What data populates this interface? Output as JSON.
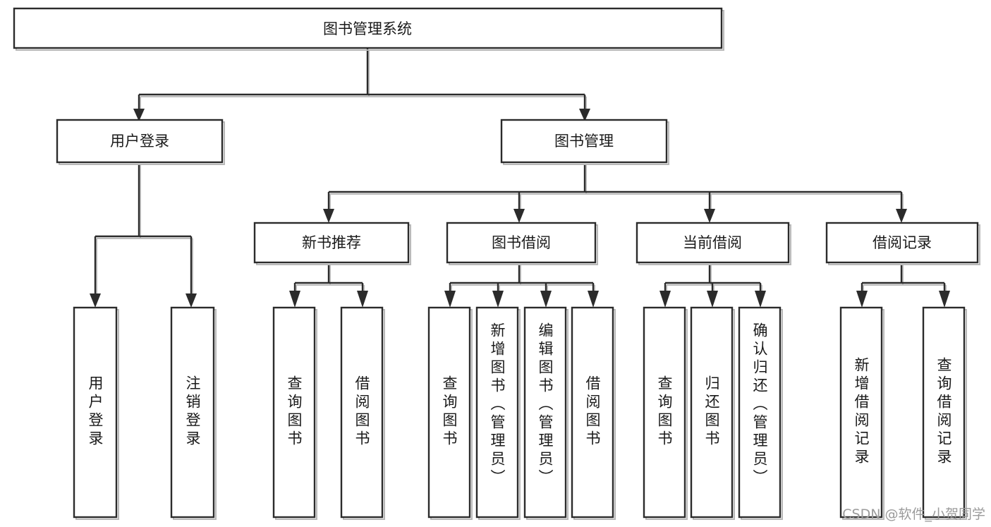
{
  "diagram": {
    "type": "tree-hierarchy",
    "title": "图书管理系统",
    "watermark": "CSDN @软件_小贺同学",
    "colors": {
      "stroke": "#2b2b2b",
      "fill": "#ffffff",
      "shadow": "#b9b9b9",
      "text": "#1a1a1a",
      "watermark": "#9b9b9b"
    },
    "levels": {
      "root": {
        "label": "图书管理系统"
      },
      "level2": [
        {
          "id": "user-login",
          "label": "用户登录"
        },
        {
          "id": "book-management",
          "label": "图书管理"
        }
      ],
      "level3": [
        {
          "id": "new-book-recommend",
          "label": "新书推荐",
          "parent": "book-management"
        },
        {
          "id": "book-borrow",
          "label": "图书借阅",
          "parent": "book-management"
        },
        {
          "id": "current-borrow",
          "label": "当前借阅",
          "parent": "book-management"
        },
        {
          "id": "borrow-record",
          "label": "借阅记录",
          "parent": "book-management"
        }
      ],
      "leaves": [
        {
          "id": "leaf-user-login",
          "label": "用户登录",
          "parent": "user-login"
        },
        {
          "id": "leaf-logout-login",
          "label": "注销登录",
          "parent": "user-login"
        },
        {
          "id": "leaf-query-book-1",
          "label": "查询图书",
          "parent": "new-book-recommend"
        },
        {
          "id": "leaf-borrow-book-1",
          "label": "借阅图书",
          "parent": "new-book-recommend"
        },
        {
          "id": "leaf-query-book-2",
          "label": "查询图书",
          "parent": "book-borrow"
        },
        {
          "id": "leaf-add-book",
          "label": "新增图书（管理员）",
          "parent": "book-borrow"
        },
        {
          "id": "leaf-edit-book",
          "label": "编辑图书（管理员）",
          "parent": "book-borrow"
        },
        {
          "id": "leaf-borrow-book-2",
          "label": "借阅图书",
          "parent": "book-borrow"
        },
        {
          "id": "leaf-query-book-3",
          "label": "查询图书",
          "parent": "current-borrow"
        },
        {
          "id": "leaf-return-book",
          "label": "归还图书",
          "parent": "current-borrow"
        },
        {
          "id": "leaf-confirm-return",
          "label": "确认归还（管理员）",
          "parent": "current-borrow"
        },
        {
          "id": "leaf-add-record",
          "label": "新增借阅记录",
          "parent": "borrow-record"
        },
        {
          "id": "leaf-query-record",
          "label": "查询借阅记录",
          "parent": "borrow-record"
        }
      ]
    }
  }
}
